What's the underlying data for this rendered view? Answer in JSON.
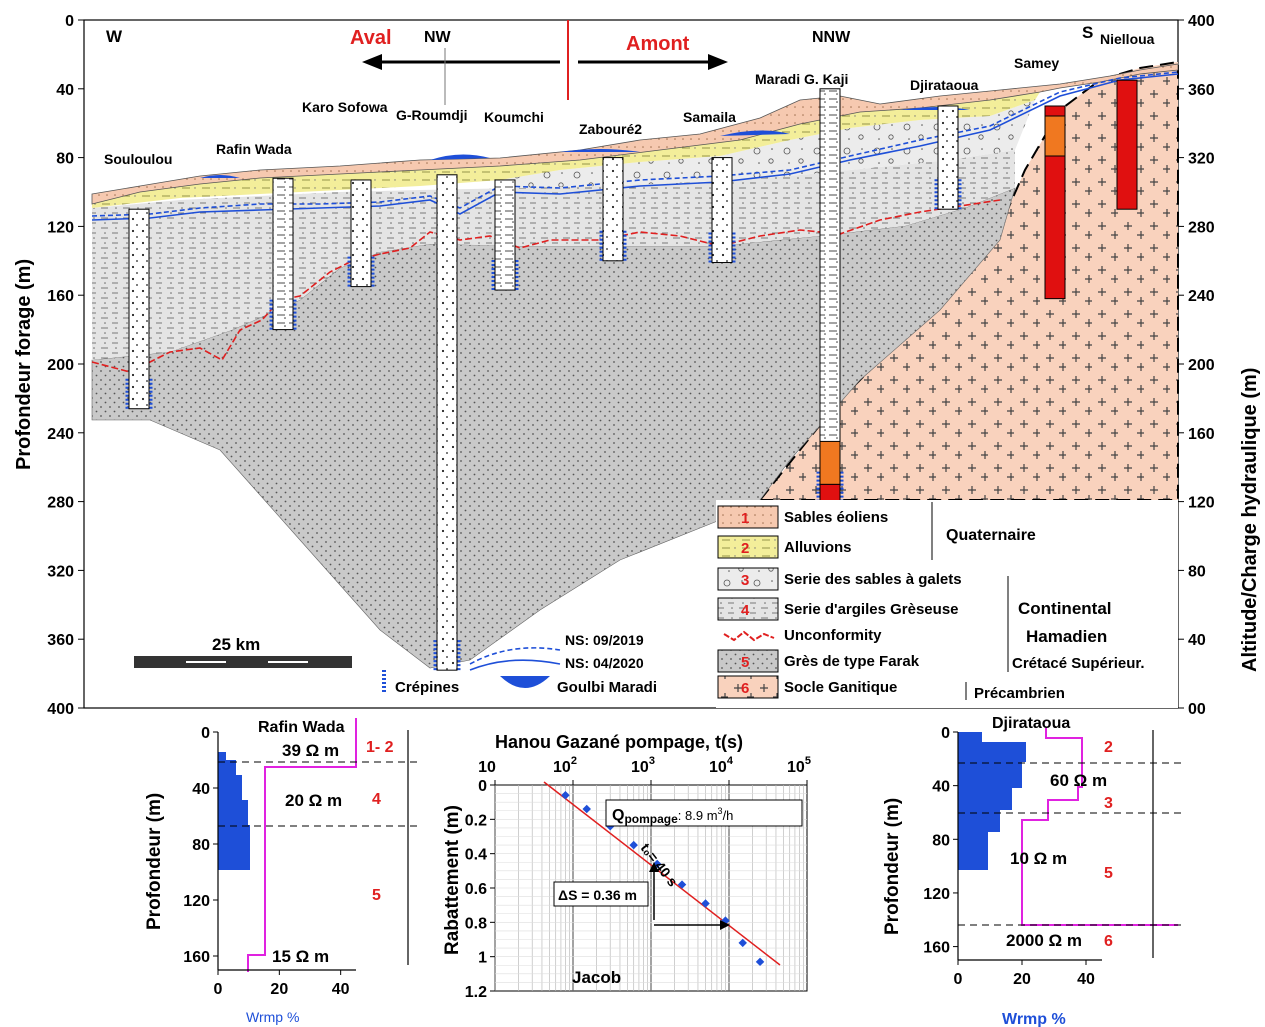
{
  "section": {
    "left_axis": {
      "title": "Profondeur forage (m)",
      "ticks": [
        "0",
        "40",
        "80",
        "120",
        "160",
        "200",
        "240",
        "280",
        "320",
        "360",
        "400"
      ]
    },
    "right_axis": {
      "title": "Altitude/Charge hydraulique (m)",
      "ticks": [
        "400",
        "360",
        "320",
        "280",
        "240",
        "200",
        "160",
        "120",
        "80",
        "40",
        "00"
      ]
    },
    "directions": {
      "west": "W",
      "nw": "NW",
      "nnw": "NNW",
      "south": "S",
      "aval": "Aval",
      "amont": "Amont"
    },
    "wells": [
      {
        "name": "Souloulou",
        "top": 110,
        "bottom": 226
      },
      {
        "name": "Rafin Wada",
        "top": 92,
        "bottom": 180
      },
      {
        "name": "Karo Sofowa",
        "top": 93,
        "bottom": 155
      },
      {
        "name": "G-Roumdji",
        "top": 90,
        "bottom": 378
      },
      {
        "name": "Koumchi",
        "top": 93,
        "bottom": 157
      },
      {
        "name": "Zabouré2",
        "top": 80,
        "bottom": 140
      },
      {
        "name": "Samaila",
        "top": 80,
        "bottom": 141
      },
      {
        "name": "Maradi G. Kaji",
        "top": 40,
        "bottom": 280
      },
      {
        "name": "Djirataoua",
        "top": 50,
        "bottom": 110
      },
      {
        "name": "Samey",
        "top": 50,
        "bottom": 162
      },
      {
        "name": "Nielloua",
        "top": 35,
        "bottom": 110
      }
    ],
    "scale_bar": "25 km",
    "legend": {
      "items": [
        {
          "num": "1",
          "label": "Sables éoliens",
          "fill": "#f6c9b0"
        },
        {
          "num": "2",
          "label": "Alluvions",
          "fill": "#f3ee9a"
        },
        {
          "num": "3",
          "label": "Serie des sables à galets",
          "fill": "#eeeeee"
        },
        {
          "num": "4",
          "label": "Serie d'argiles Grèseuse",
          "fill": "#dddddd"
        },
        {
          "num": "",
          "label": "Unconformity",
          "fill": "#e02020"
        },
        {
          "num": "5",
          "label": "Grès de type Farak",
          "fill": "#c8c8c8"
        },
        {
          "num": "6",
          "label": "Socle Ganitique",
          "fill": "#f9d2bd"
        }
      ],
      "groups": {
        "quaternaire": "Quaternaire",
        "continental": "Continental",
        "hamadien": "Hamadien",
        "cretace": "Crétacé Supérieur.",
        "precambrien": "Précambrien"
      },
      "ns_2019": "NS: 09/2019",
      "ns_2020": "NS: 04/2020",
      "crepines": "Crépines",
      "goulbi": "Goulbi Maradi"
    },
    "colors": {
      "water_level": "#1e4fd8",
      "unconformity": "#e02020",
      "crepine": "#1e4fd8"
    }
  },
  "inset_left": {
    "title": "Rafin Wada",
    "ylabel": "Profondeur (m)",
    "xlabel": "Wrmp %",
    "yticks": [
      "0",
      "40",
      "80",
      "120",
      "160"
    ],
    "xticks": [
      "0",
      "20",
      "40"
    ],
    "resistivities": [
      "39 Ω m",
      "20 Ω m",
      "15 Ω m"
    ],
    "layers": [
      "1- 2",
      "4",
      "5"
    ]
  },
  "inset_mid": {
    "title": "Hanou Gazané pompage, t(s)",
    "ylabel": "Rabattement (m)",
    "yticks": [
      "0",
      "0.2",
      "0.4",
      "0.6",
      "0.8",
      "1",
      "1.2"
    ],
    "xticks": [
      {
        "base": "10",
        "exp": ""
      },
      {
        "base": "10",
        "exp": "2"
      },
      {
        "base": "10",
        "exp": "3"
      },
      {
        "base": "10",
        "exp": "4"
      },
      {
        "base": "10",
        "exp": "5"
      }
    ],
    "q_label": "Q",
    "q_sub": "pompage",
    "q_value": ": 8.9 m",
    "q_exp": "3",
    "q_unit": "/h",
    "t0": "t₀= 40 s",
    "delta_s": "ΔS = 0.36 m",
    "method": "Jacob"
  },
  "inset_right": {
    "title": "Djirataoua",
    "ylabel": "Profondeur (m)",
    "xlabel": "Wrmp %",
    "yticks": [
      "0",
      "40",
      "80",
      "120",
      "160"
    ],
    "xticks": [
      "0",
      "20",
      "40"
    ],
    "resistivities": [
      "60 Ω m",
      "10 Ω m",
      "2000 Ω m"
    ],
    "layers": [
      "2",
      "3",
      "5",
      "6"
    ]
  },
  "chart_data": {
    "type": "line",
    "title": "Hanou Gazané pompage, t(s)",
    "xlabel": "t(s)",
    "ylabel": "Rabattement (m)",
    "x_scale": "log",
    "xlim": [
      10,
      100000
    ],
    "ylim": [
      1.2,
      0
    ],
    "series": [
      {
        "values": [
          {
            "x": 80,
            "y": 0.06
          },
          {
            "x": 150,
            "y": 0.14
          },
          {
            "x": 300,
            "y": 0.24
          },
          {
            "x": 600,
            "y": 0.35
          },
          {
            "x": 1200,
            "y": 0.46
          },
          {
            "x": 2500,
            "y": 0.58
          },
          {
            "x": 5000,
            "y": 0.69
          },
          {
            "x": 9000,
            "y": 0.79
          },
          {
            "x": 15000,
            "y": 0.92
          },
          {
            "x": 25000,
            "y": 1.03
          }
        ]
      }
    ]
  }
}
